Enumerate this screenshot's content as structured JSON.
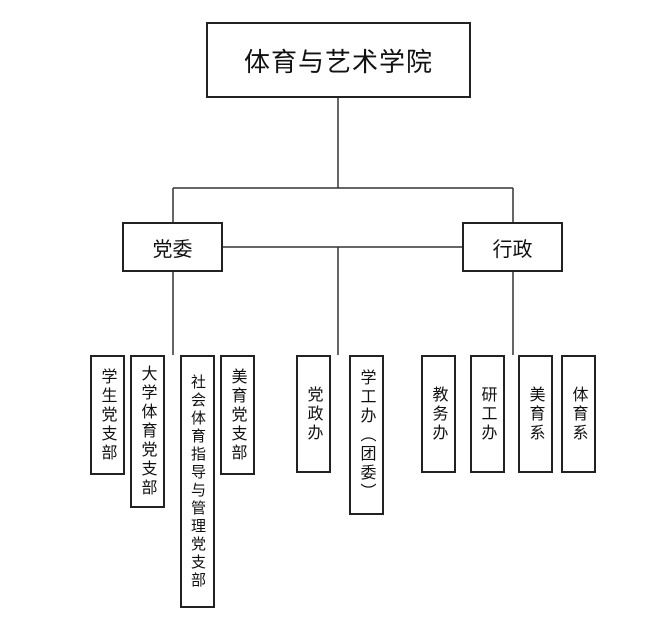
{
  "root": {
    "label": "体育与艺术学院"
  },
  "branches": {
    "party": {
      "label": "党委"
    },
    "admin": {
      "label": "行政"
    }
  },
  "units": {
    "xs": {
      "label": "学生党支部"
    },
    "dx": {
      "label": "大学体育党支部"
    },
    "sh": {
      "label": "社会体育指导与管理党支部"
    },
    "my": {
      "label": "美育党支部"
    },
    "dz": {
      "label": "党政办"
    },
    "xg": {
      "label": "学工办（团委）"
    },
    "jw": {
      "label": "教务办"
    },
    "yg": {
      "label": "研工办"
    },
    "myx": {
      "label": "美育系"
    },
    "tyx": {
      "label": "体育系"
    }
  }
}
